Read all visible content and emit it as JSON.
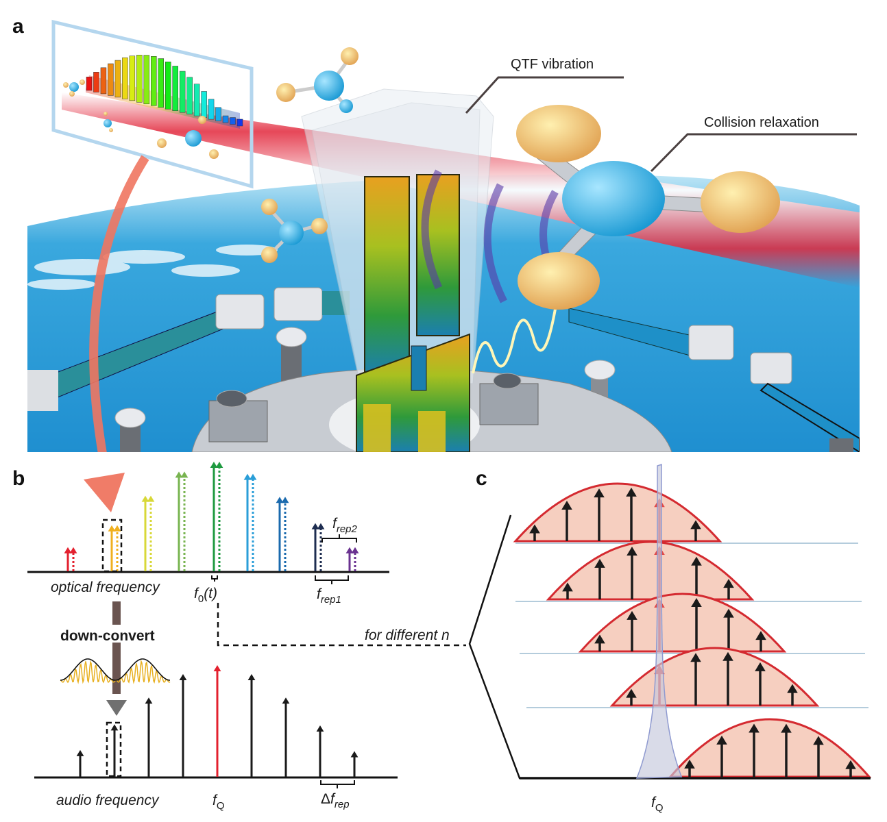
{
  "figure": {
    "panel_labels": {
      "a": "a",
      "b": "b",
      "c": "c"
    }
  },
  "panel_a": {
    "callouts": {
      "qtf_vibration": "QTF vibration",
      "collision_relaxation": "Collision relaxation"
    },
    "colors": {
      "sky_blue": "#2a9fd8",
      "laser_red": "#e2283c",
      "molecule_blue": "#38b4e6",
      "molecule_orange": "#f0b868",
      "qtf_gold": "#c8b020",
      "qtf_green": "#3aa03a",
      "arrow_salmon": "#ef7560"
    }
  },
  "panel_b": {
    "optical": {
      "axis_label": "optical frequency",
      "f0_label": {
        "base": "f",
        "sub": "0",
        "suffix": "(t)"
      },
      "frep1_label": {
        "base": "f",
        "sub": "rep1"
      },
      "frep2_label": {
        "base": "f",
        "sub": "rep2"
      },
      "comb_lines": [
        {
          "color": "#e3202e",
          "amplitude": 0.22
        },
        {
          "color": "#f0b020",
          "amplitude": 0.42,
          "highlighted": true
        },
        {
          "color": "#d8d838",
          "amplitude": 0.69
        },
        {
          "color": "#78b450",
          "amplitude": 0.91
        },
        {
          "color": "#1f9a40",
          "amplitude": 1.0
        },
        {
          "color": "#2a9ed8",
          "amplitude": 0.89
        },
        {
          "color": "#1a6aae",
          "amplitude": 0.68
        },
        {
          "color": "#1e2d50",
          "amplitude": 0.44
        },
        {
          "color": "#6a3290",
          "amplitude": 0.22
        }
      ]
    },
    "down_convert_label": "down-convert",
    "audio": {
      "axis_label": "audio frequency",
      "fq_label": {
        "base": "f",
        "sub": "Q"
      },
      "dfrep_label": {
        "prefix": "Δ",
        "base": "f",
        "sub": "rep"
      },
      "comb_lines": [
        {
          "amplitude": 0.24,
          "color": "#1a1a1a"
        },
        {
          "amplitude": 0.47,
          "color": "#1a1a1a",
          "highlighted": true
        },
        {
          "amplitude": 0.71,
          "color": "#1a1a1a"
        },
        {
          "amplitude": 0.92,
          "color": "#1a1a1a"
        },
        {
          "amplitude": 1.0,
          "color": "#e3202e",
          "is_fq": true
        },
        {
          "amplitude": 0.92,
          "color": "#1a1a1a"
        },
        {
          "amplitude": 0.71,
          "color": "#1a1a1a"
        },
        {
          "amplitude": 0.46,
          "color": "#1a1a1a"
        },
        {
          "amplitude": 0.23,
          "color": "#1a1a1a"
        }
      ]
    },
    "connector_label": "for different n"
  },
  "panel_c": {
    "fq_label": {
      "base": "f",
      "sub": "Q"
    },
    "colors": {
      "envelope_stroke": "#d42a30",
      "envelope_fill": "#f6cfc0",
      "resonance_fill": "#c4c8dc",
      "resonance_stroke": "#8f9ad0",
      "baseline": "#6a9ab8"
    },
    "rows": [
      {
        "shift": 0,
        "arrow_amplitudes": [
          0.42,
          0.84,
          1.0,
          0.84,
          0.42
        ]
      },
      {
        "shift": 1,
        "arrow_amplitudes": [
          0.42,
          0.84,
          1.0,
          0.84,
          0.42
        ]
      },
      {
        "shift": 2,
        "arrow_amplitudes": [
          0.42,
          0.84,
          1.0,
          0.84,
          0.42
        ]
      },
      {
        "shift": 3,
        "arrow_amplitudes": [
          0.42,
          0.84,
          1.0,
          0.84,
          0.42
        ]
      },
      {
        "shift": 4,
        "arrow_amplitudes": [
          0.42,
          0.84,
          1.0,
          0.84,
          0.42
        ]
      }
    ]
  }
}
